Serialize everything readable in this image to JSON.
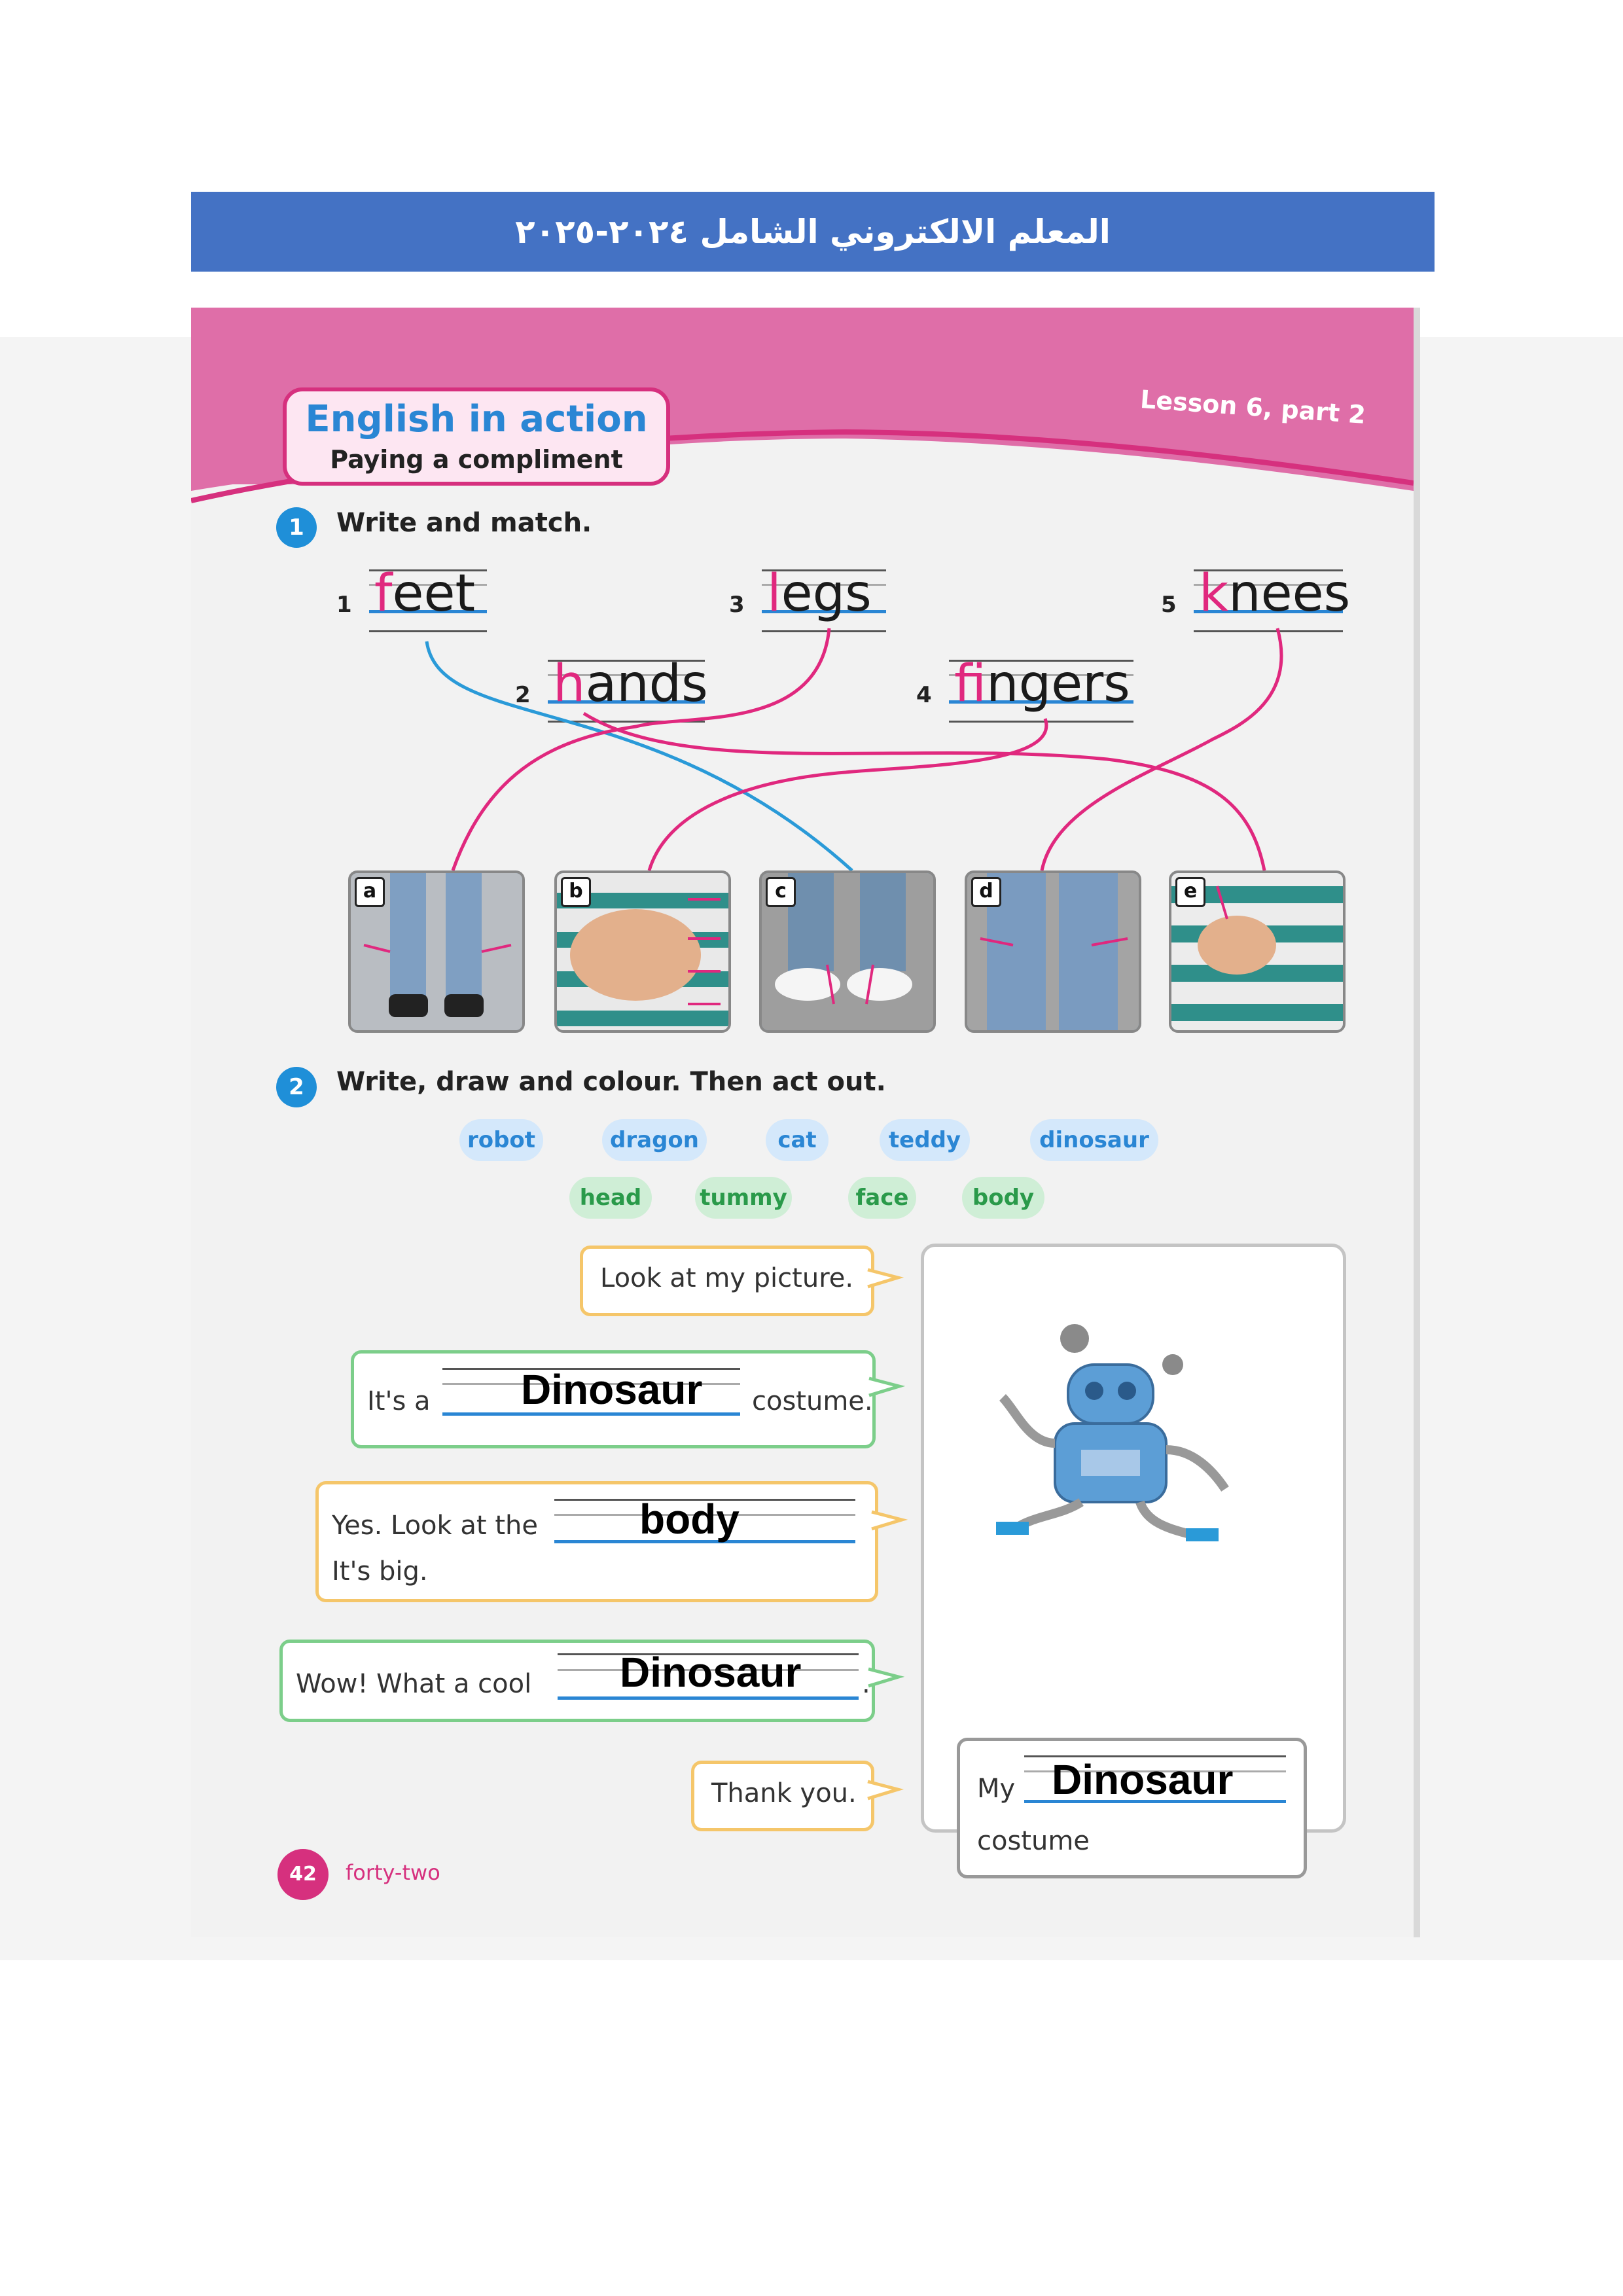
{
  "banner": {
    "text": "المعلم الالكتروني الشامل ٢٠٢٤-٢٠٢٥"
  },
  "header": {
    "title": "English in action",
    "subtitle": "Paying a compliment",
    "lesson": "Lesson 6, part 2"
  },
  "exercise1": {
    "number": "1",
    "instruction": "Write and match.",
    "words": [
      {
        "num": "1",
        "first": "f",
        "rest": "eet"
      },
      {
        "num": "2",
        "first": "h",
        "rest": "ands"
      },
      {
        "num": "3",
        "first": "l",
        "rest": "egs"
      },
      {
        "num": "4",
        "first": "f",
        "rest": "ingers"
      },
      {
        "num": "5",
        "first": "k",
        "rest": "nees"
      }
    ],
    "photos": [
      "a",
      "b",
      "c",
      "d",
      "e"
    ]
  },
  "exercise2": {
    "number": "2",
    "instruction": "Write, draw and colour. Then act out.",
    "costumes": [
      "robot",
      "dragon",
      "cat",
      "teddy",
      "dinosaur"
    ],
    "parts": [
      "head",
      "tummy",
      "face",
      "body"
    ],
    "dialogue": {
      "line1": "Look at my picture.",
      "line2_pre": "It's a",
      "line2_answer": "Dinosaur",
      "line2_post": "costume.",
      "line3_pre": "Yes. Look at the",
      "line3_answer": "body",
      "line3_post": "It's big.",
      "line4_pre": "Wow! What a cool",
      "line4_answer": "Dinosaur",
      "line4_post": ".",
      "line5": "Thank you."
    },
    "caption": {
      "pre": "My",
      "answer": "Dinosaur",
      "post": "costume"
    }
  },
  "footer": {
    "page_number": "42",
    "page_words": "forty-two"
  },
  "colors": {
    "banner": "#4472c4",
    "pink": "#d6307e",
    "blue": "#2a86d4"
  }
}
